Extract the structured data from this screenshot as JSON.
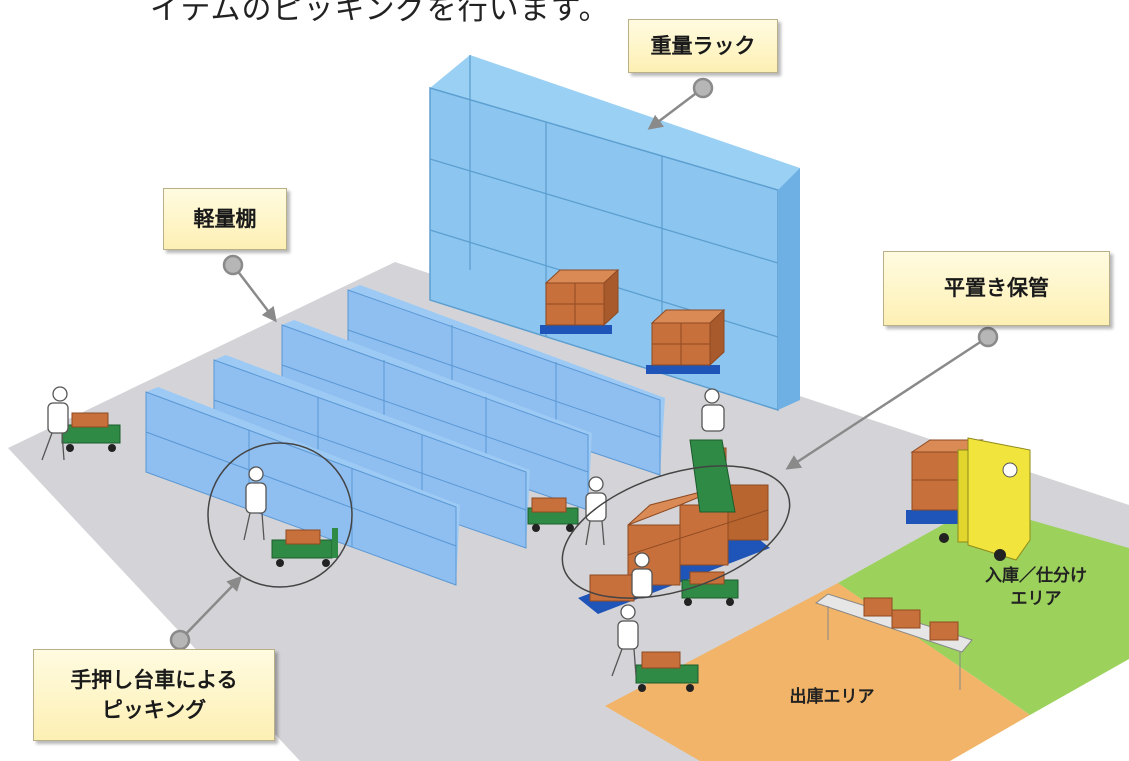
{
  "caption": "イテムのピッキングを行います。",
  "callouts": {
    "heavy_rack": "重量ラック",
    "light_shelf": "軽量棚",
    "floor_storage": "平置き保管",
    "hand_cart_picking_line1": "手押し台車による",
    "hand_cart_picking_line2": "ピッキング"
  },
  "areas": {
    "receiving_line1": "入庫／仕分け",
    "receiving_line2": "エリア",
    "shipping": "出庫エリア"
  },
  "colors": {
    "floor": "#d4d4d8",
    "shelf": "#8fbef0",
    "rack": "#8cc6f0",
    "box": "#c8703c",
    "pallet": "#1f55b8",
    "cart": "#2e8a44",
    "forklift": "#f1e43c",
    "receiving_area": "#9cd25c",
    "shipping_area": "#f1b468",
    "callout_bg": "#fdf3bf"
  }
}
